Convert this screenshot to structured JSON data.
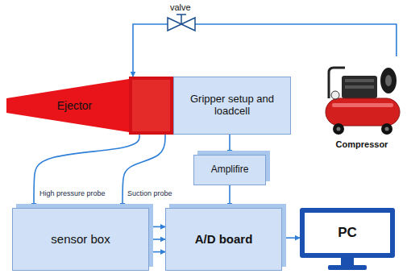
{
  "diagram": {
    "nodes": [
      {
        "text": [
          "Ejector"
        ]
      },
      {
        "text": [
          "Gripper setup and loadcell"
        ]
      },
      {
        "text": [
          "Compressor"
        ]
      },
      {
        "text": [
          "Amplifire"
        ]
      },
      {
        "text": [
          "sensor box"
        ]
      },
      {
        "text": [
          "A/D board"
        ]
      },
      {
        "text": [
          "PC"
        ]
      }
    ],
    "edges": [
      {
        "from": 2,
        "to": 0,
        "arrow": "to"
      },
      {
        "from": 0,
        "to": 4,
        "label": "High pressure probe",
        "arrow": "to"
      },
      {
        "from": 0,
        "to": 4,
        "label": "Suction probe",
        "arrow": "to"
      },
      {
        "from": 1,
        "to": 3,
        "arrow": "to"
      },
      {
        "from": 3,
        "to": 5,
        "arrow": "to"
      },
      {
        "from": 4,
        "to": 5,
        "arrow": "to"
      },
      {
        "from": 4,
        "to": 5,
        "arrow": "to"
      },
      {
        "from": 4,
        "to": 5,
        "arrow": "to"
      },
      {
        "from": 5,
        "to": 6,
        "arrow": "to"
      }
    ],
    "labels": [
      "valve"
    ]
  }
}
